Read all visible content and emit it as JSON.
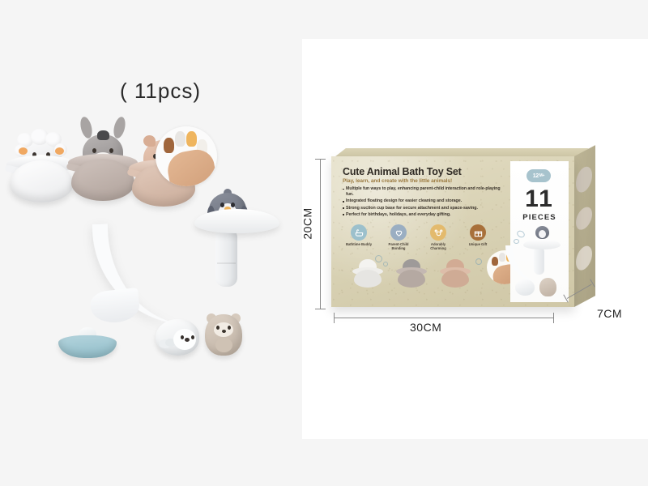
{
  "canvas": {
    "background_color": "#f5f5f5",
    "panel_color": "#ffffff"
  },
  "left_product": {
    "pieces_label": "( 11pcs)",
    "toys": [
      {
        "name": "sheep-float-toy",
        "animal": "sheep",
        "color": "#ffffff"
      },
      {
        "name": "donkey-float-toy",
        "animal": "donkey",
        "color": "#b0a29b"
      },
      {
        "name": "pig-float-toy",
        "animal": "pig",
        "color": "#d0a890"
      },
      {
        "name": "penguin-toy",
        "animal": "penguin",
        "color": "#666b78"
      },
      {
        "name": "seal-toy",
        "animal": "seal",
        "color": "#ffffff"
      },
      {
        "name": "otter-toy",
        "animal": "otter",
        "color": "#bfb1a3"
      },
      {
        "name": "suction-base",
        "animal": "base",
        "color": "#8fbcc8"
      },
      {
        "name": "water-slide",
        "animal": "slide",
        "color": "#fafbfc"
      }
    ],
    "finger_puppet_inset": "finger-puppet-photo-inset"
  },
  "package": {
    "title": "Cute Animal Bath Toy Set",
    "tagline": "Play, learn, and create with the little animals!",
    "bullets": [
      "Multiple fun ways to play, enhancing parent-child interaction and role-playing fun.",
      "Integrated floating design for easier cleaning and storage.",
      "Strong suction cup base for secure attachment and space-saving.",
      "Perfect for birthdays, holidays, and everyday gifting."
    ],
    "features": [
      {
        "icon": "bathtub-icon",
        "label": "Bathtime Buddy",
        "color": "#9cc0cc"
      },
      {
        "icon": "hands-icon",
        "label": "Parent-Child Bonding",
        "color": "#9aaec2"
      },
      {
        "icon": "animals-icon",
        "label": "Adorably Charming",
        "color": "#e3ba6d"
      },
      {
        "icon": "gift-icon",
        "label": "Unique Gift",
        "color": "#a8703a"
      }
    ],
    "age_badge": "12",
    "age_badge_suffix": "M+",
    "pieces_count": "11",
    "pieces_word": "PIECES",
    "box_colors": {
      "front": "#d9d2b4",
      "side": "#a9a183",
      "title": "#2f2a24",
      "tagline": "#9c7b42"
    }
  },
  "dimensions": {
    "height": "20CM",
    "width": "30CM",
    "depth": "7CM"
  }
}
